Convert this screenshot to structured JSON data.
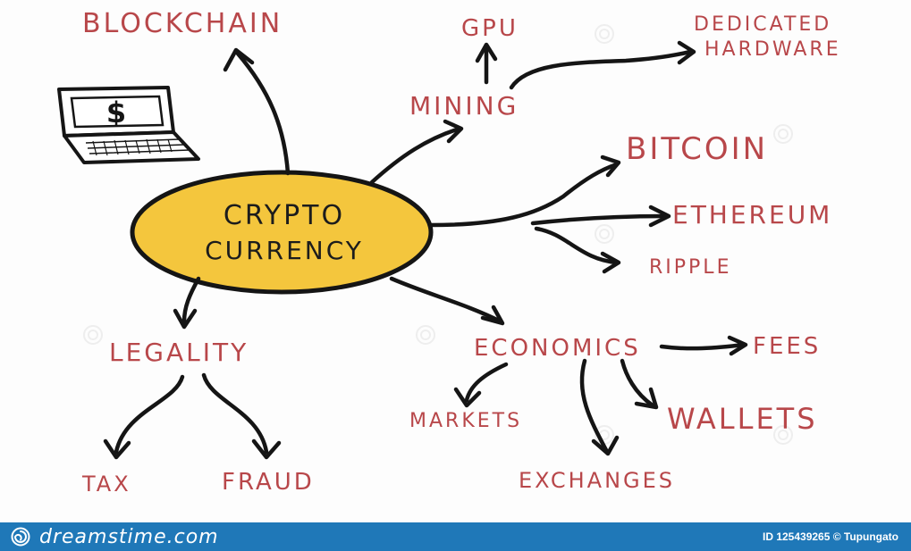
{
  "center": {
    "line1": "CRYPTO",
    "line2": "CURRENCY",
    "fill": "#f4c63d"
  },
  "nodes": {
    "blockchain": "BLOCKCHAIN",
    "gpu": "GPU",
    "dedicated_line1": "DEDICATED",
    "dedicated_line2": "HARDWARE",
    "mining": "MINING",
    "bitcoin": "BITCOIN",
    "ethereum": "ETHEREUM",
    "ripple": "RIPPLE",
    "legality": "LEGALITY",
    "economics": "ECONOMICS",
    "fees": "FEES",
    "tax": "TAX",
    "fraud": "FRAUD",
    "markets": "MARKETS",
    "wallets": "WALLETS",
    "exchanges": "EXCHANGES"
  },
  "icons": {
    "laptop": "laptop-dollar-icon"
  },
  "colors": {
    "label": "#b8474a",
    "arrow": "#151515",
    "footer": "#1f78b8"
  },
  "footer": {
    "brand": "dreamstime.com",
    "image_id": "ID 125439265 © Tupungato"
  }
}
